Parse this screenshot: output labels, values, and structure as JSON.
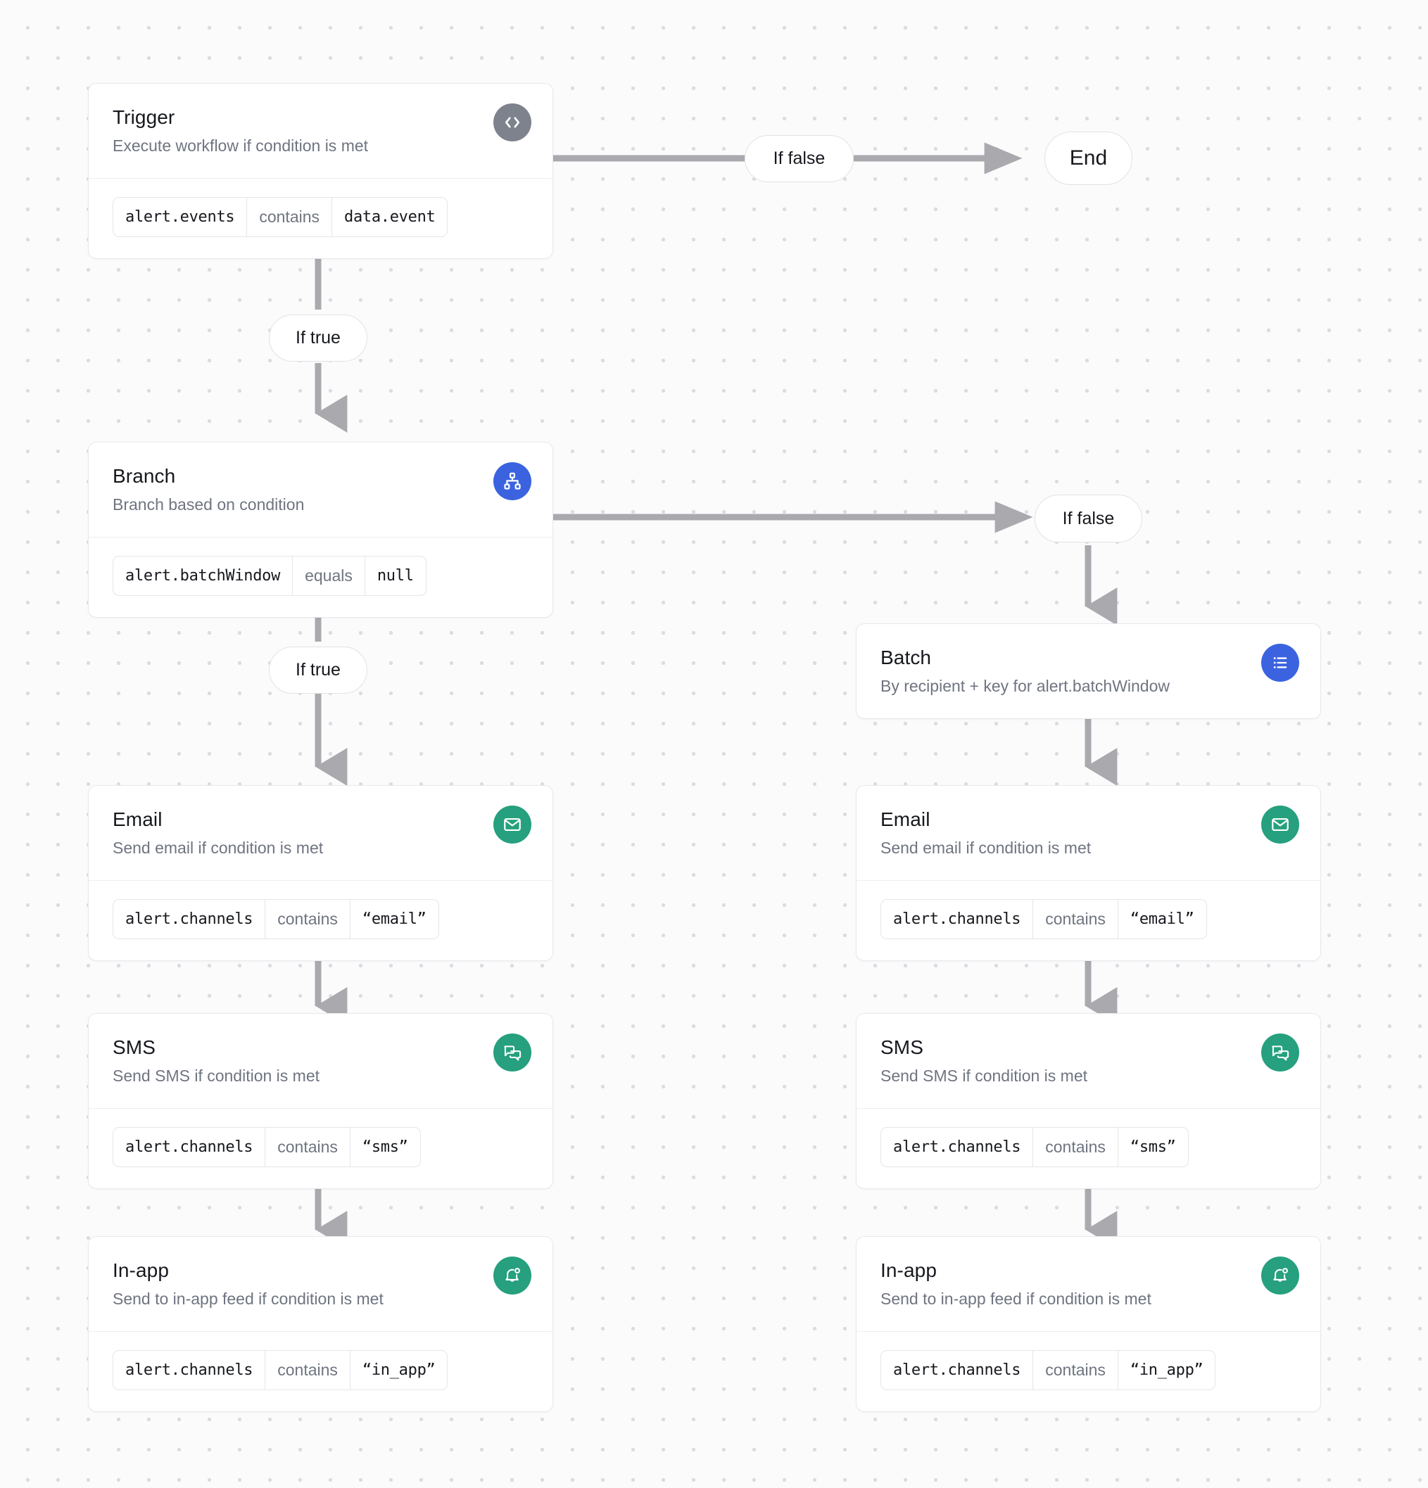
{
  "canvas": {
    "background_color": "#fbfbfc",
    "dot_color": "#dcdce1",
    "connector_color": "#a9a9ae"
  },
  "nodes": {
    "trigger": {
      "title": "Trigger",
      "subtitle": "Execute workflow if condition is met",
      "icon": "code-brackets-icon",
      "icon_color": "#7e828d",
      "condition": {
        "field": "alert.events",
        "operator": "contains",
        "value": "data.event"
      }
    },
    "branch": {
      "title": "Branch",
      "subtitle": "Branch based on condition",
      "icon": "sitemap-icon",
      "icon_color": "#3b63e0",
      "condition": {
        "field": "alert.batchWindow",
        "operator": "equals",
        "value": "null"
      }
    },
    "batch": {
      "title": "Batch",
      "subtitle": "By recipient + key for alert.batchWindow",
      "icon": "list-icon",
      "icon_color": "#3b63e0",
      "condition": null
    },
    "email_left": {
      "title": "Email",
      "subtitle": "Send email if condition is met",
      "icon": "envelope-icon",
      "icon_color": "#26a07e",
      "condition": {
        "field": "alert.channels",
        "operator": "contains",
        "value": "“email”"
      }
    },
    "sms_left": {
      "title": "SMS",
      "subtitle": "Send SMS if condition is met",
      "icon": "chat-bubbles-icon",
      "icon_color": "#26a07e",
      "condition": {
        "field": "alert.channels",
        "operator": "contains",
        "value": "“sms”"
      }
    },
    "inapp_left": {
      "title": "In-app",
      "subtitle": "Send to in-app feed if condition is met",
      "icon": "bell-notification-icon",
      "icon_color": "#26a07e",
      "condition": {
        "field": "alert.channels",
        "operator": "contains",
        "value": "“in_app”"
      }
    },
    "email_right": {
      "title": "Email",
      "subtitle": "Send email if condition is met",
      "icon": "envelope-icon",
      "icon_color": "#26a07e",
      "condition": {
        "field": "alert.channels",
        "operator": "contains",
        "value": "“email”"
      }
    },
    "sms_right": {
      "title": "SMS",
      "subtitle": "Send SMS if condition is met",
      "icon": "chat-bubbles-icon",
      "icon_color": "#26a07e",
      "condition": {
        "field": "alert.channels",
        "operator": "contains",
        "value": "“sms”"
      }
    },
    "inapp_right": {
      "title": "In-app",
      "subtitle": "Send to in-app feed if condition is met",
      "icon": "bell-notification-icon",
      "icon_color": "#26a07e",
      "condition": {
        "field": "alert.channels",
        "operator": "contains",
        "value": "“in_app”"
      }
    }
  },
  "edge_labels": {
    "trigger_false": "If false",
    "trigger_true": "If true",
    "branch_false": "If false",
    "branch_true": "If true",
    "end": "End"
  }
}
